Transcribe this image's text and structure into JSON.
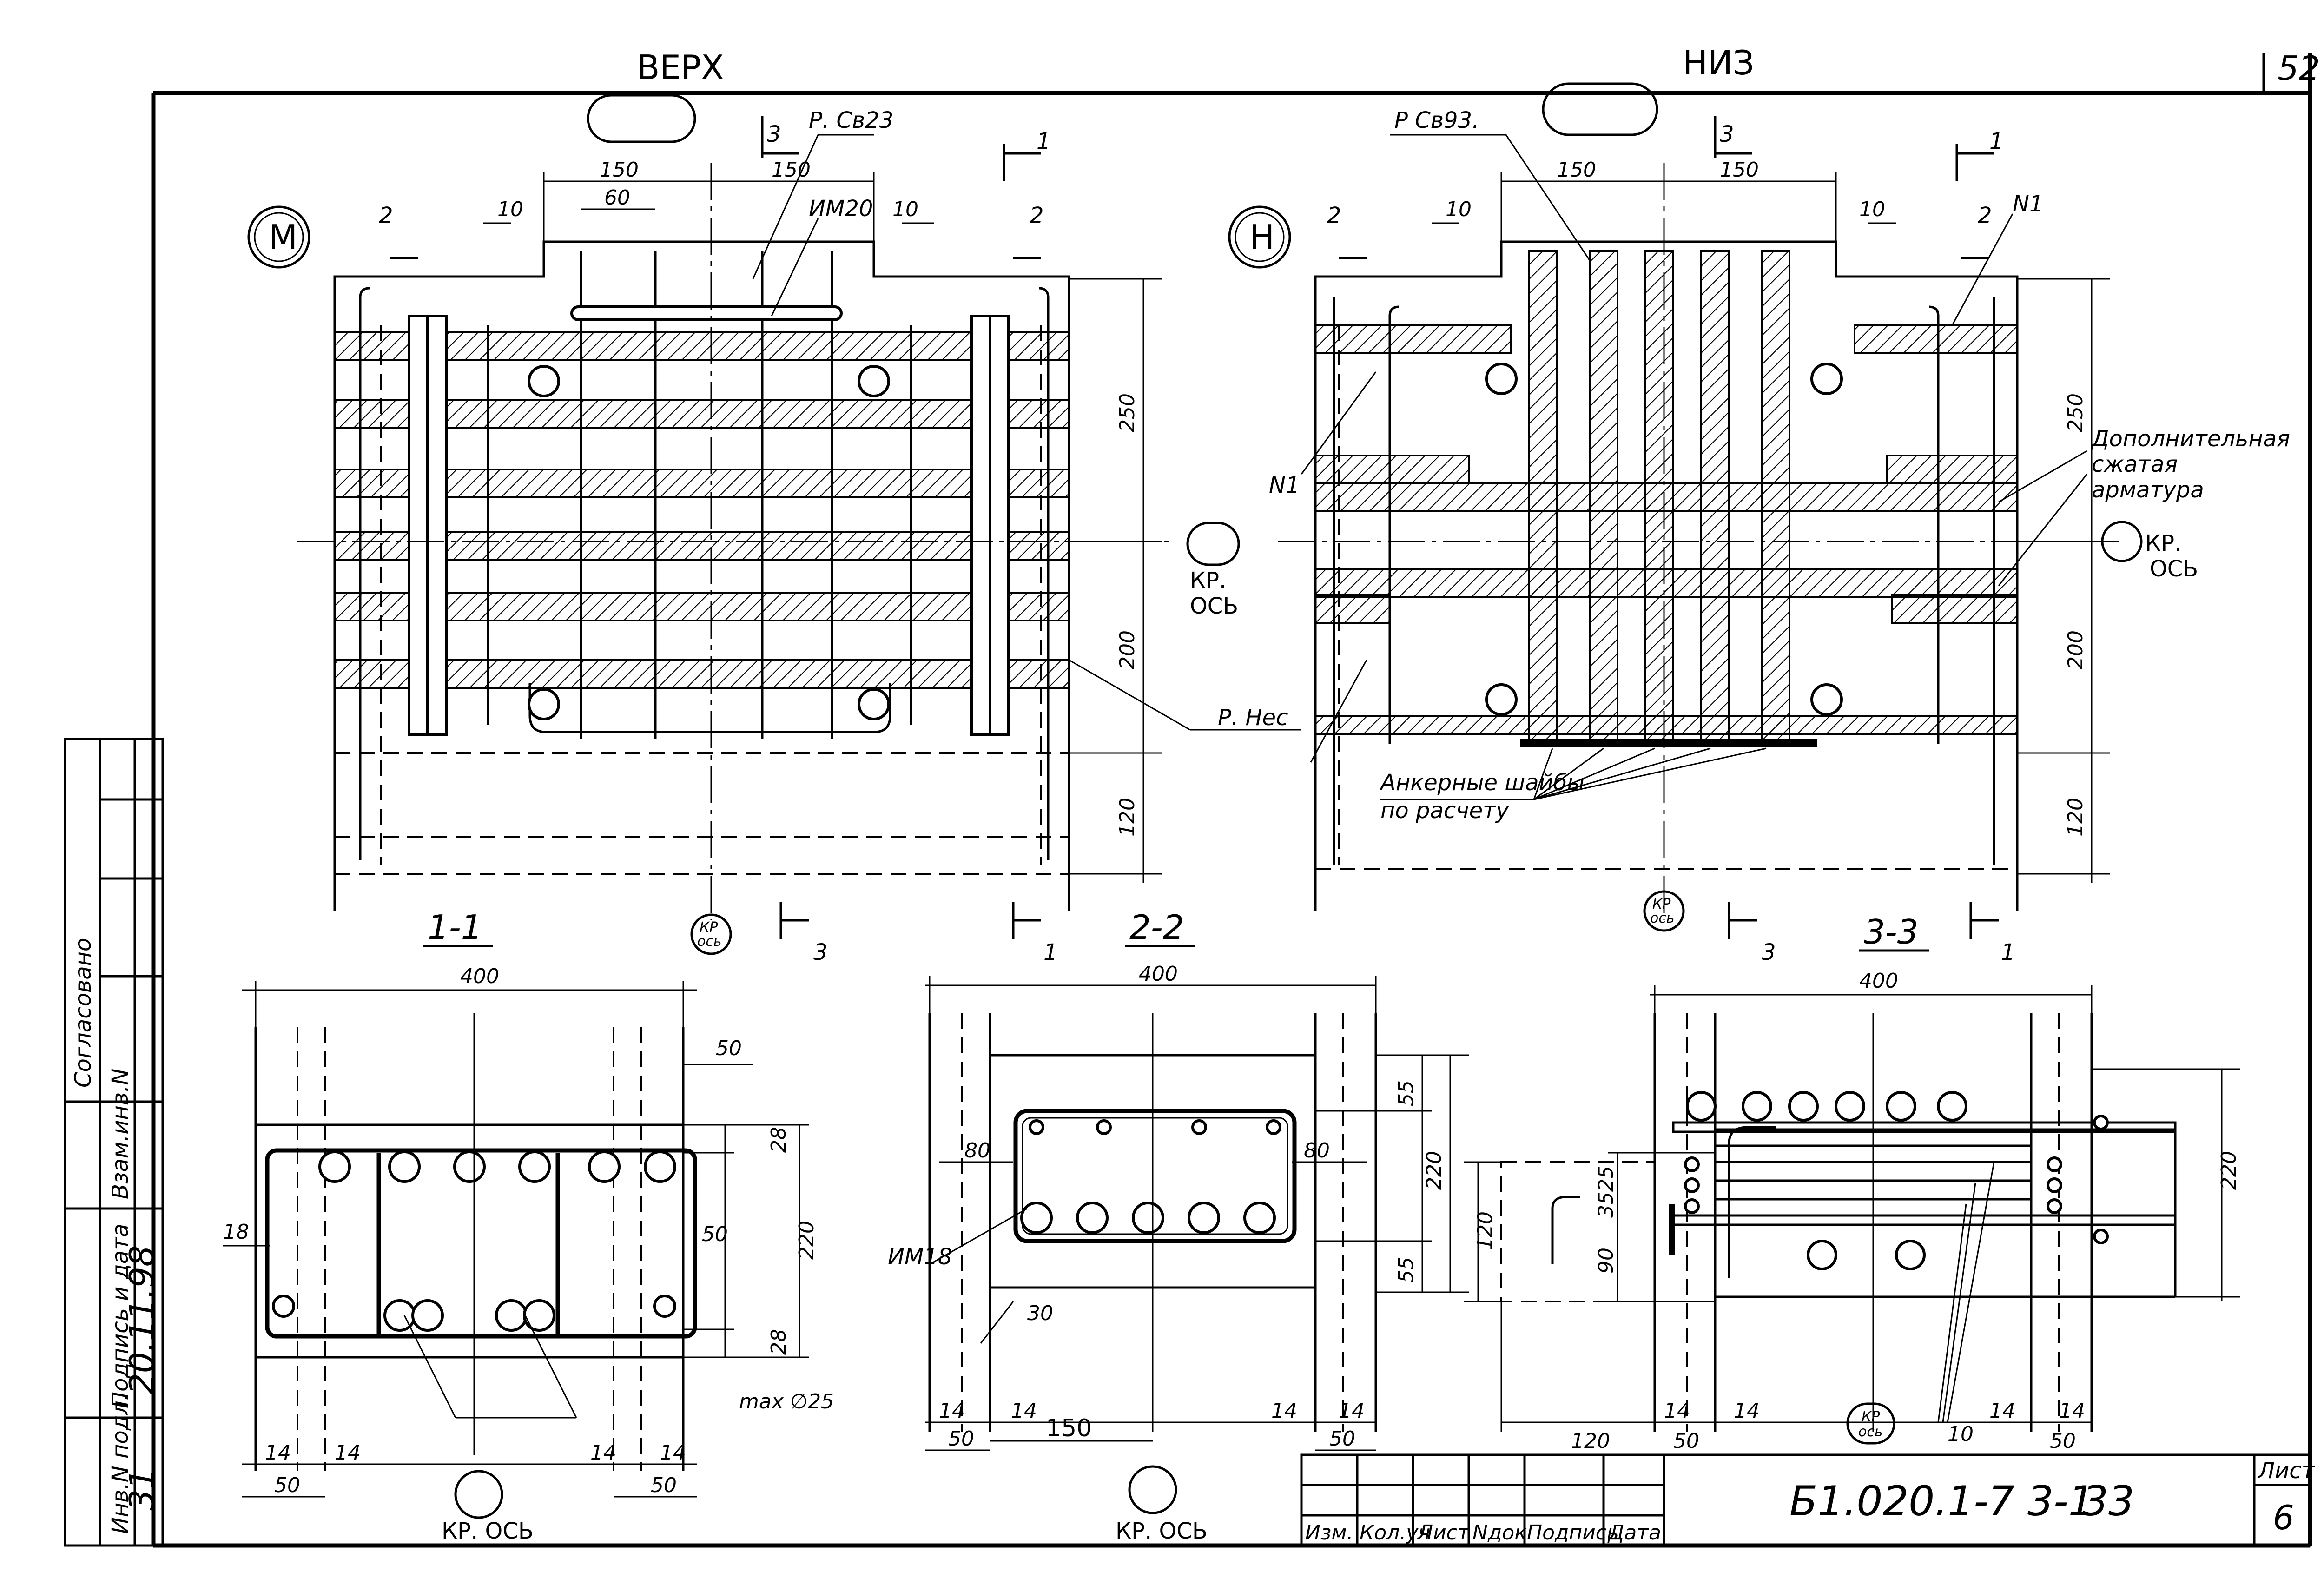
{
  "sheet": {
    "page_number": "52",
    "sheet_label": "Лист",
    "sheet_no": "6",
    "code": "Б1.020.1-7 3-1",
    "code_suffix": "33"
  },
  "side_stamp": {
    "agreed": "Согласовано",
    "inv_orig": "Инв.N подл.",
    "sign_date": "Подпись и дата",
    "inv_repl": "Взам.инв.N",
    "inv_value": "31",
    "date_value": "20.11.98"
  },
  "title_block": {
    "cols": [
      "Изм.",
      "Кол.уч",
      "Лист",
      "Nдок",
      "Подпись",
      "Дата"
    ]
  },
  "views": {
    "top": {
      "title": "ВЕРХ",
      "marker": "М"
    },
    "bottom": {
      "title": "НИЗ",
      "marker": "Н"
    }
  },
  "labels": {
    "r_svyaz_top": "Р. Св23",
    "r_svyaz_bot": "Р Св93.",
    "im20": "ИМ20",
    "n1_left": "N1",
    "n1_right": "N1",
    "r_nes": "Р. Нес",
    "additional_1": "Дополнительная",
    "additional_2": "сжатая",
    "additional_3": "арматура",
    "anchor_1": "Анкерные шайбы",
    "anchor_2": "по расчету",
    "kr_os_kr": "КР.",
    "kr_os_os": "ОСЬ",
    "kr_os_full": "КР. ОСЬ",
    "im18": "ИМ18",
    "max25": "max ∅25",
    "kr_small": "КР",
    "os_small": "ось"
  },
  "sections": {
    "s11": "1-1",
    "s22": "2-2",
    "s33": "3-3",
    "cut1": "1",
    "cut2": "2",
    "cut3": "3"
  },
  "dims": {
    "d150": "150",
    "d60": "60",
    "d10": "10",
    "d250": "250",
    "d200": "200",
    "d120": "120",
    "d400": "400",
    "d50": "50",
    "d28": "28",
    "d220": "220",
    "d18": "18",
    "d14": "14",
    "d55": "55",
    "d80": "80",
    "d30": "30",
    "d90": "90",
    "d3525": "3525"
  }
}
